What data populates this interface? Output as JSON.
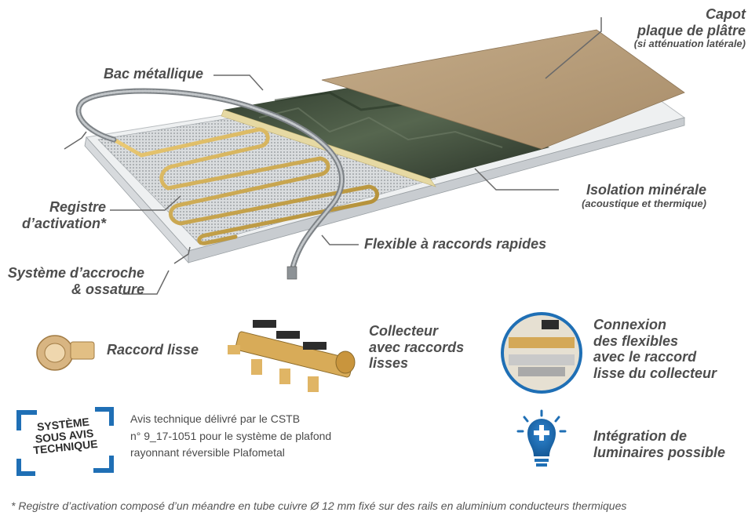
{
  "labels": {
    "capot_line1": "Capot",
    "capot_line2": "plaque de plâtre",
    "capot_sub": "(si atténuation latérale)",
    "bac": "Bac métallique",
    "registre_line1": "Registre",
    "registre_line2": "d’activation*",
    "isolation": "Isolation minérale",
    "isolation_sub": "(acoustique et thermique)",
    "flexible": "Flexible à raccords rapides",
    "systeme_line1": "Système d’accroche",
    "systeme_line2": "& ossature"
  },
  "legend": {
    "raccord": "Raccord lisse",
    "collecteur_line1": "Collecteur",
    "collecteur_line2": "avec raccords",
    "collecteur_line3": "lisses",
    "connexion_line1": "Connexion",
    "connexion_line2": "des flexibles",
    "connexion_line3": "avec le raccord",
    "connexion_line4": "lisse du collecteur",
    "integration_line1": "Intégration de",
    "integration_line2": "luminaires possible"
  },
  "badge": {
    "line1": "Système",
    "line2": "sous avis",
    "line3": "technique"
  },
  "avis": {
    "line1": "Avis technique délivré par le CSTB",
    "line2": "n° 9_17-1051 pour le système de plafond",
    "line3": "rayonnant réversible Plafometal"
  },
  "footnote": "* Registre d’activation composé d’un méandre en tube cuivre Ø 12 mm fixé sur des rails en aluminium conducteurs thermiques",
  "colors": {
    "label_text": "#4d4d4d",
    "brand_blue": "#1f6fb5",
    "copper_tube": "#c9a94a",
    "plaster": "#b59c7a",
    "insulation_dark": "#3a4a38",
    "mineral_wool": "#e6d9a3"
  }
}
